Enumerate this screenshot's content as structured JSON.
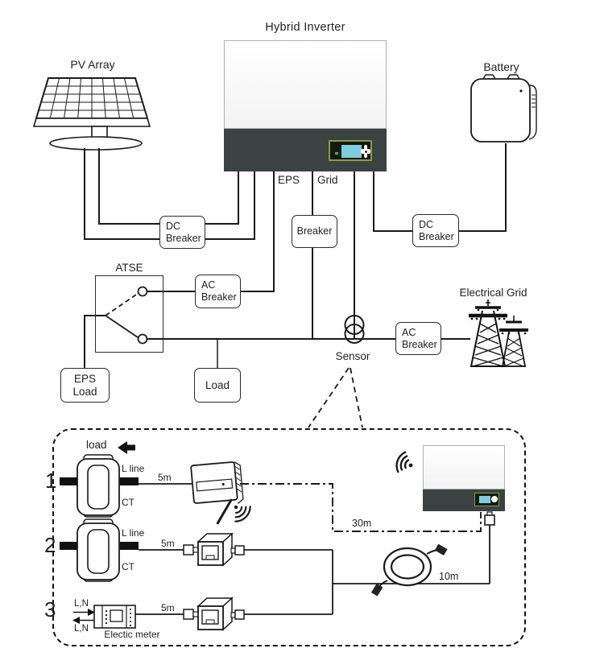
{
  "main": {
    "title": "Hybrid Inverter",
    "pv_array": "PV Array",
    "battery": "Battery",
    "eps": "EPS",
    "grid": "Grid",
    "atse": "ATSE",
    "sensor": "Sensor",
    "electrical_grid": "Electrical Grid",
    "dc_breaker_pv": "DC\nBreaker",
    "breaker_grid": "Breaker",
    "dc_breaker_battery": "DC\nBreaker",
    "ac_breaker_eps": "AC\nBreaker",
    "ac_breaker_grid": "AC\nBreaker",
    "eps_load": "EPS\nLoad",
    "load": "Load"
  },
  "detail": {
    "load": "load",
    "rows": [
      {
        "num": "1",
        "line": "L line",
        "dev": "CT",
        "len": "5m"
      },
      {
        "num": "2",
        "line": "L line",
        "dev": "CT",
        "len": "5m"
      },
      {
        "num": "3",
        "in": "L,N",
        "out": "L,N",
        "dev": "Electic meter",
        "len": "5m"
      }
    ],
    "wireless": "30m",
    "cable": "10m"
  },
  "colors": {
    "line": "#1a1a1a",
    "inverter_dark": "#3a4341",
    "display_border": "#8a9b3f",
    "screen_blue": "#7fccdf"
  }
}
